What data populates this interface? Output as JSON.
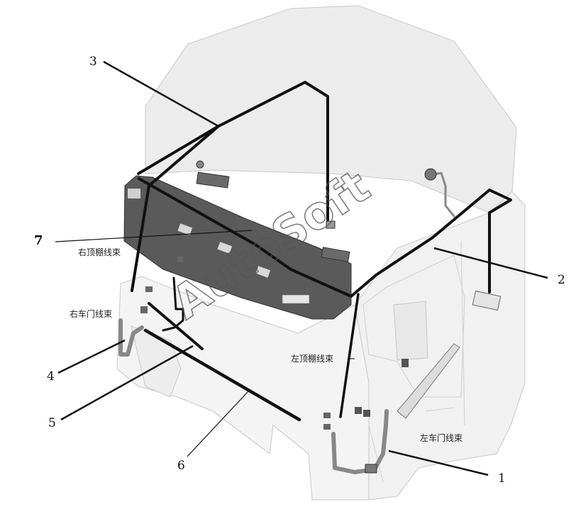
{
  "callouts": {
    "c1": "1",
    "c2": "2",
    "c3": "3",
    "c4": "4",
    "c5": "5",
    "c6": "6",
    "c7": "7"
  },
  "labels": {
    "right_roof_harness": "右顶棚线束",
    "right_door_harness": "右车门线束",
    "left_roof_harness": "左顶棚线束",
    "left_door_harness": "左车门线束"
  },
  "watermark": "AutoSoft"
}
